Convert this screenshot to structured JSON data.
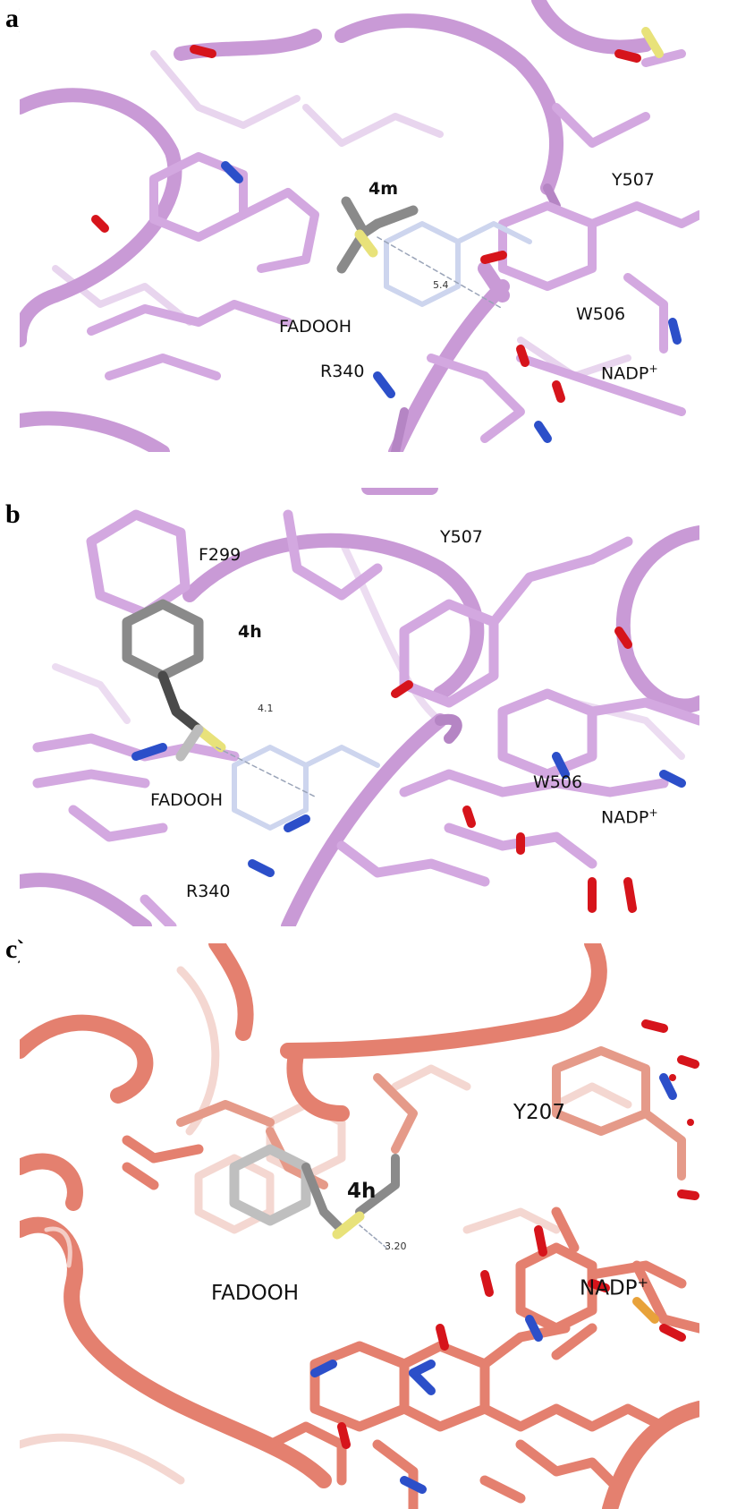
{
  "panels": [
    {
      "id": "a",
      "label": "a)",
      "labels": {
        "ligand": "4m",
        "distance": "5.4",
        "cofactor": "FADOOH",
        "res_y": "Y507",
        "res_w": "W506",
        "res_r": "R340",
        "nadp": "NADP",
        "nadp_sup": "+"
      }
    },
    {
      "id": "b",
      "label": "b)",
      "labels": {
        "ligand": "4h",
        "distance": "4.1",
        "cofactor": "FADOOH",
        "res_f": "F299",
        "res_y": "Y507",
        "res_w": "W506",
        "res_r": "R340",
        "nadp": "NADP",
        "nadp_sup": "+"
      }
    },
    {
      "id": "c",
      "label": "c)",
      "labels": {
        "ligand": "4h",
        "distance": "3.20",
        "cofactor": "FADOOH",
        "res_y": "Y207",
        "nadp": "NADP",
        "nadp_sup": "+"
      }
    }
  ],
  "colors": {
    "protein_a_b": "#c99ad6",
    "protein_c": "#e4806f",
    "ligand_gray": "#8a8a8a",
    "sulfur": "#e8e27a",
    "nitrogen": "#2c4fc9",
    "oxygen": "#d6141b"
  }
}
